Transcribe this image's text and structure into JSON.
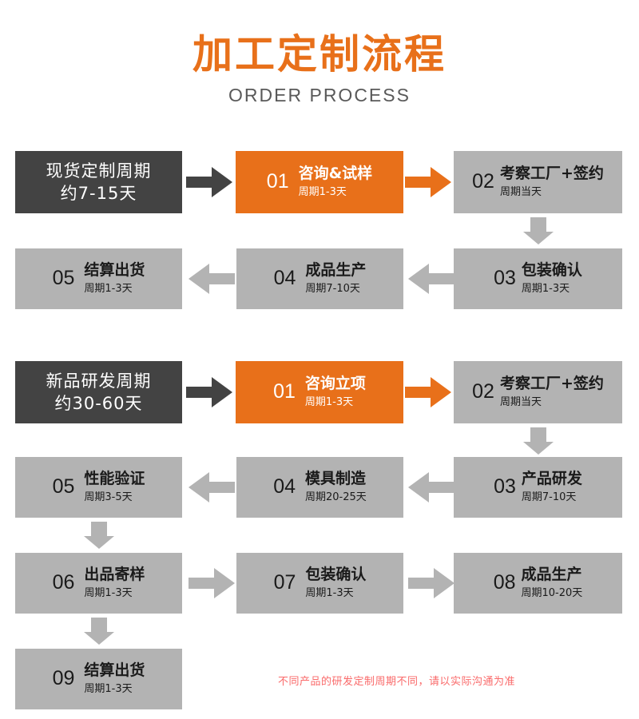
{
  "header": {
    "title_cn": "加工定制流程",
    "title_en": "ORDER PROCESS",
    "title_color": "#e8701a",
    "subtitle_color": "#595959"
  },
  "colors": {
    "dark": "#434343",
    "gray": "#b3b3b3",
    "orange": "#e8701a",
    "footnote_red": "#fa6a6a",
    "background": "#ffffff"
  },
  "flow_stock": {
    "start": {
      "line1": "现货定制周期",
      "line2": "约7-15天"
    },
    "steps": [
      {
        "num": "01",
        "title": "咨询&试样",
        "sub": "周期1-3天",
        "color": "orange"
      },
      {
        "num": "02",
        "title": "考察工厂+签约",
        "sub": "周期当天",
        "color": "gray"
      },
      {
        "num": "03",
        "title": "包装确认",
        "sub": "周期1-3天",
        "color": "gray"
      },
      {
        "num": "04",
        "title": "成品生产",
        "sub": "周期7-10天",
        "color": "gray"
      },
      {
        "num": "05",
        "title": "结算出货",
        "sub": "周期1-3天",
        "color": "gray"
      }
    ]
  },
  "flow_newproduct": {
    "start": {
      "line1": "新品研发周期",
      "line2": "约30-60天"
    },
    "steps": [
      {
        "num": "01",
        "title": "咨询立项",
        "sub": "周期1-3天",
        "color": "orange"
      },
      {
        "num": "02",
        "title": "考察工厂+签约",
        "sub": "周期当天",
        "color": "gray"
      },
      {
        "num": "03",
        "title": "产品研发",
        "sub": "周期7-10天",
        "color": "gray"
      },
      {
        "num": "04",
        "title": "模具制造",
        "sub": "周期20-25天",
        "color": "gray"
      },
      {
        "num": "05",
        "title": "性能验证",
        "sub": "周期3-5天",
        "color": "gray"
      },
      {
        "num": "06",
        "title": "出品寄样",
        "sub": "周期1-3天",
        "color": "gray"
      },
      {
        "num": "07",
        "title": "包装确认",
        "sub": "周期1-3天",
        "color": "gray"
      },
      {
        "num": "08",
        "title": "成品生产",
        "sub": "周期10-20天",
        "color": "gray"
      },
      {
        "num": "09",
        "title": "结算出货",
        "sub": "周期1-3天",
        "color": "gray"
      }
    ]
  },
  "footnote": {
    "text": "不同产品的研发定制周期不同，请以实际沟通为准"
  }
}
